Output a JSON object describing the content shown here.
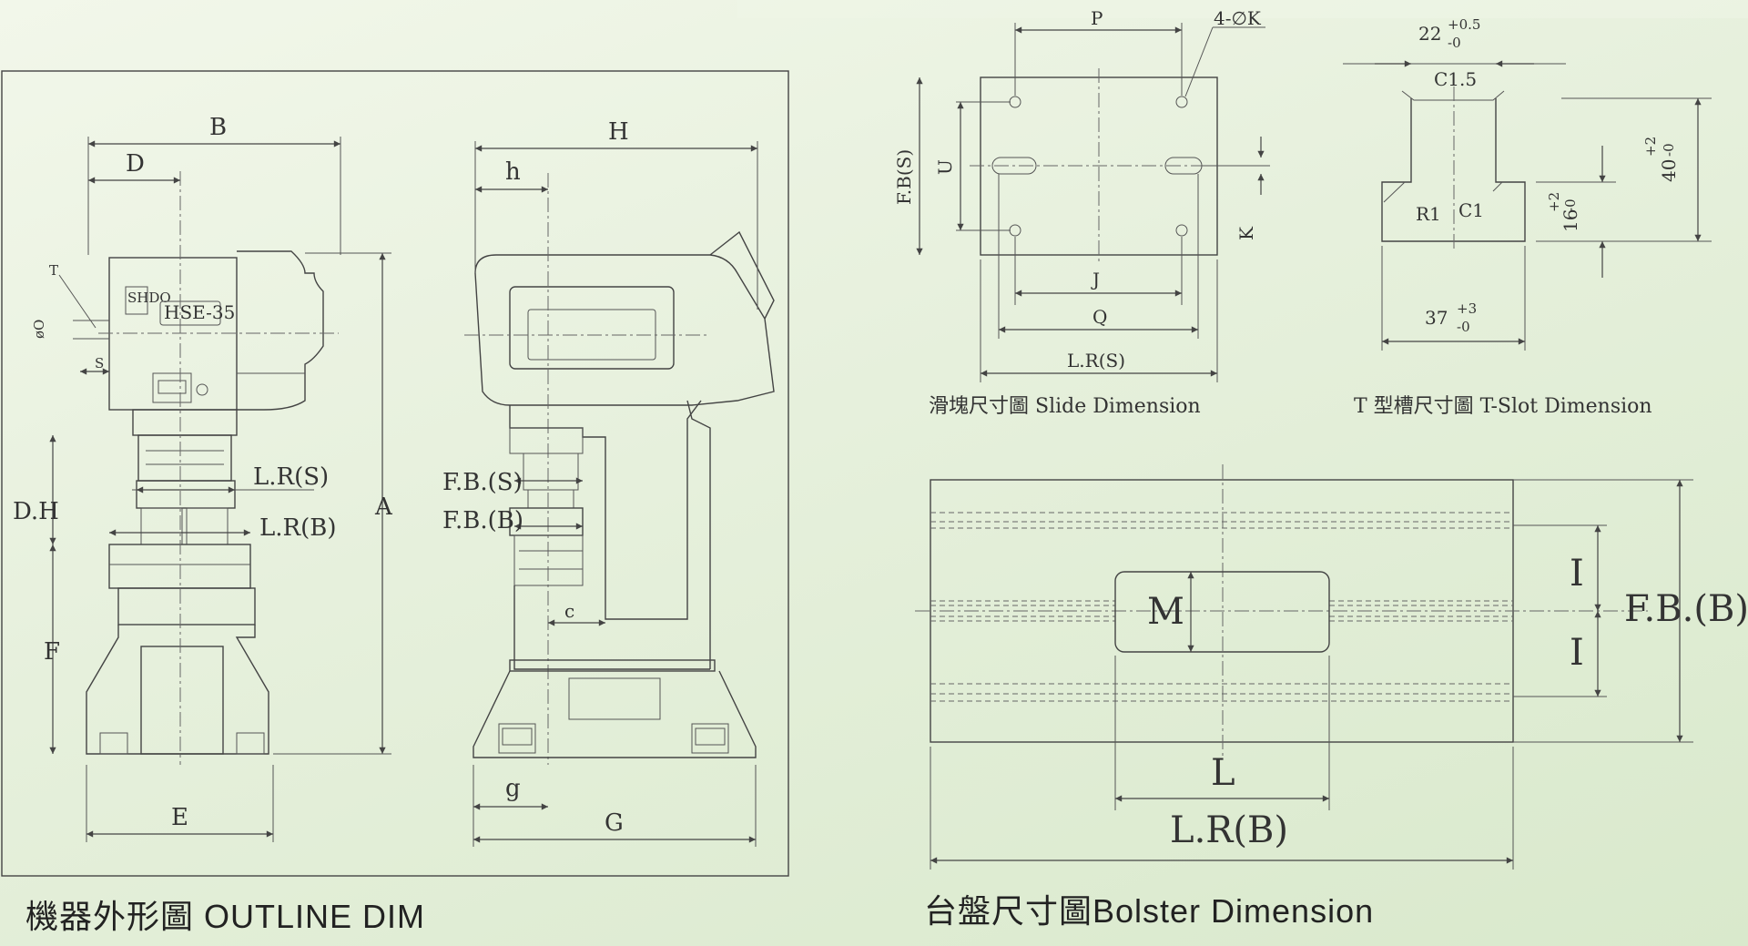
{
  "outline": {
    "caption": "機器外形圖 OUTLINE DIM",
    "labels": {
      "B": "B",
      "D": "D",
      "T": "T",
      "O": "øO",
      "S": "S",
      "DH": "D.H",
      "LRS": "L.R(S)",
      "LRB": "L.R(B)",
      "F": "F",
      "A": "A",
      "E": "E",
      "H": "H",
      "h": "h",
      "FBS": "F.B.(S)",
      "FBB": "F.B.(B)",
      "c": "c",
      "g": "g",
      "G": "G"
    },
    "model_plate": "HSE-35",
    "brand_mark": "SHDO"
  },
  "slide": {
    "caption": "滑塊尺寸圖 Slide Dimension",
    "labels": {
      "P": "P",
      "K4": "4-∅K",
      "FBS": "F.B(S)",
      "U": "U",
      "K": "K",
      "J": "J",
      "Q": "Q",
      "LRS": "L.R(S)"
    }
  },
  "tslot": {
    "caption": "T 型槽尺寸圖 T-Slot Dimension",
    "labels": {
      "w22": "22",
      "w22_tol_up": "+0.5",
      "w22_tol_dn": "-0",
      "c15": "C1.5",
      "r1": "R1",
      "c1": "C1",
      "h16": "16",
      "h16_tol_up": "+2",
      "h16_tol_dn": "-0",
      "h40": "40",
      "h40_tol_up": "+2",
      "h40_tol_dn": "-0",
      "w37": "37",
      "w37_tol_up": "+3",
      "w37_tol_dn": "-0"
    }
  },
  "bolster": {
    "caption": "台盤尺寸圖Bolster Dimension",
    "labels": {
      "M": "M",
      "I1": "I",
      "I2": "I",
      "FBB": "F.B.(B)",
      "L": "L",
      "LRB": "L.R(B)"
    }
  }
}
